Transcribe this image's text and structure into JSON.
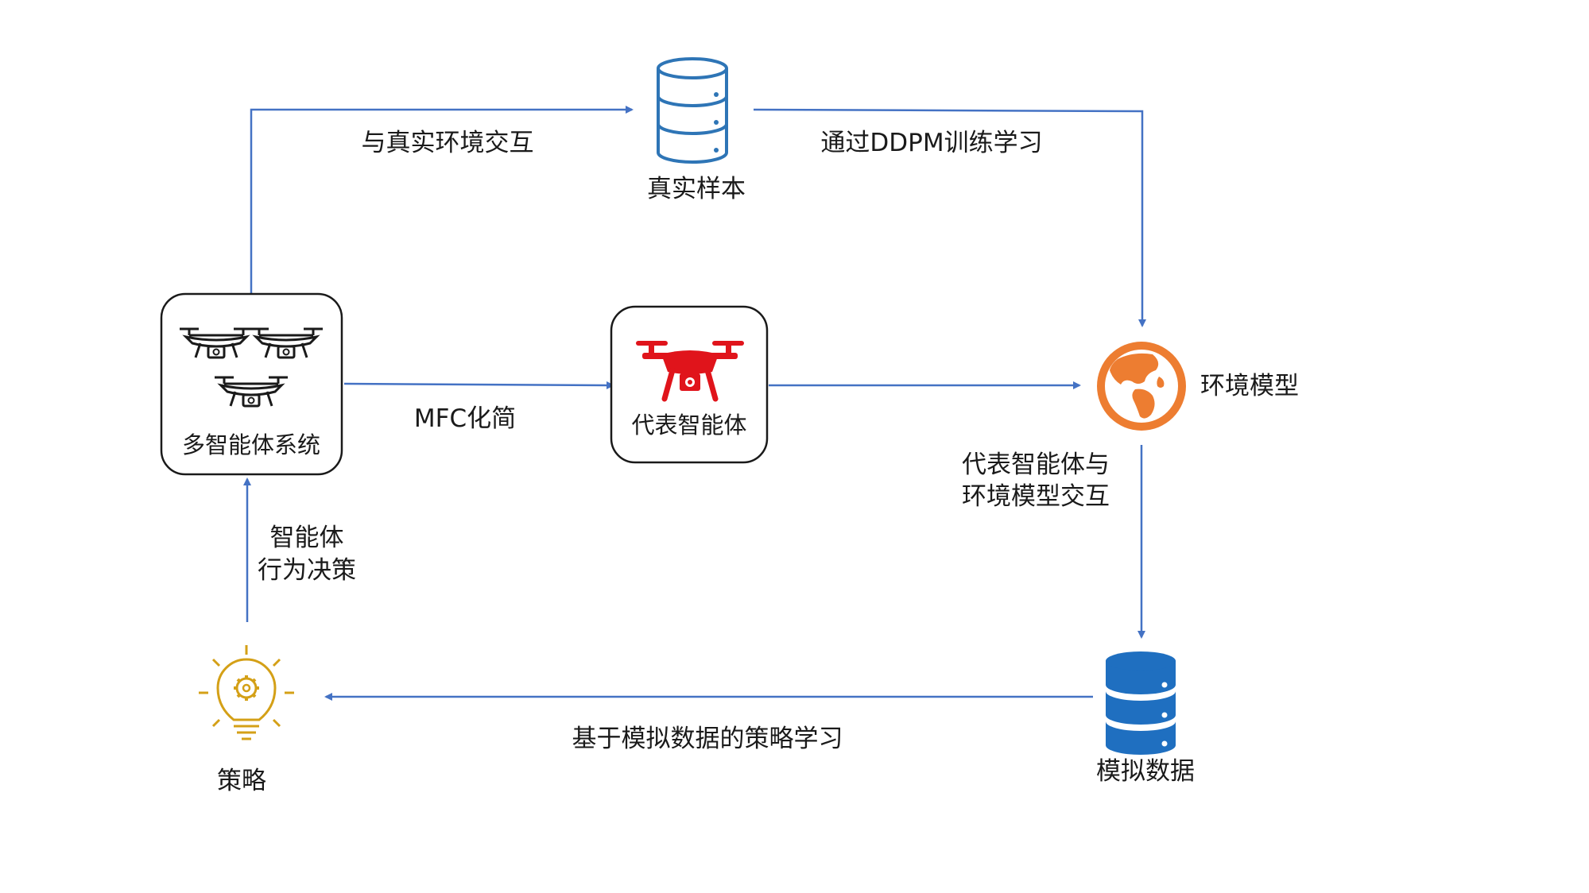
{
  "nodes": {
    "multi_agent": "多智能体系统",
    "representative": "代表智能体",
    "real_samples": "真实样本",
    "env_model": "环境模型",
    "sim_data": "模拟数据",
    "policy": "策略"
  },
  "edges": {
    "real_interact": "与真实环境交互",
    "ddpm_train": "通过DDPM训练学习",
    "mfc_simplify": "MFC化简",
    "rep_interact_line1": "代表智能体与",
    "rep_interact_line2": "环境模型交互",
    "policy_learn": "基于模拟数据的策略学习",
    "decision_line1": "智能体",
    "decision_line2": "行为决策"
  },
  "icons": {
    "multi_agent": "drone-icon",
    "representative": "drone-icon",
    "real_samples": "database-icon",
    "env_model": "globe-icon",
    "sim_data": "database-icon",
    "policy": "lightbulb-gear-icon"
  },
  "colors": {
    "arrow": "#4472c4",
    "db_outline": "#2e75b6",
    "db_fill": "#1f6fc0",
    "drone_red": "#e0141b",
    "globe_orange": "#ed7d31",
    "bulb_gold": "#d4a017"
  }
}
